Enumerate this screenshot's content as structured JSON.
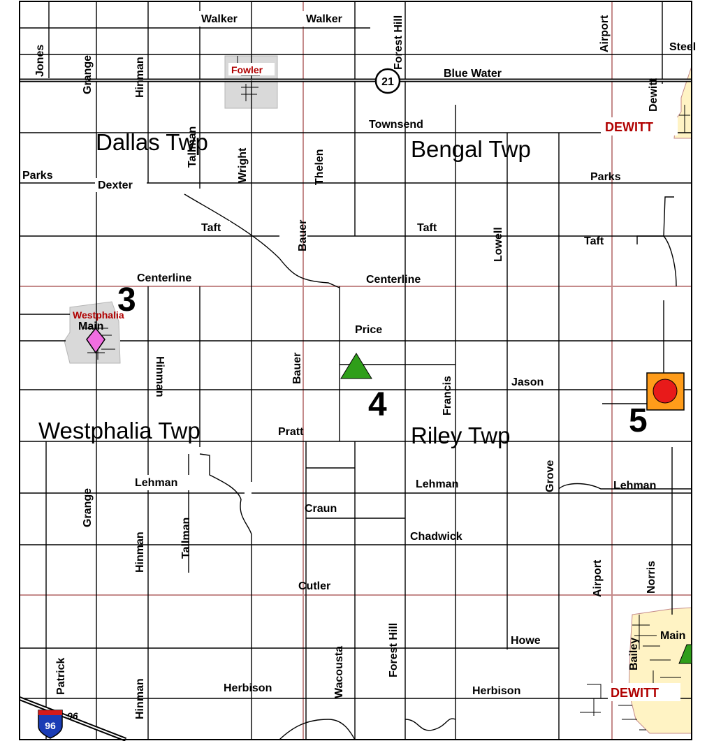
{
  "roads": {
    "walker_1": "Walker",
    "walker_2": "Walker",
    "forest_hill_n": "Forest Hill",
    "airport_n": "Airport",
    "steel": "Steel",
    "jones": "Jones",
    "grange_n": "Grange",
    "hinman_n": "Hinman",
    "blue_water": "Blue Water",
    "dewitt_n": "Dewitt",
    "townsend": "Townsend",
    "tallman_n": "Tallman",
    "wright": "Wright",
    "thelen": "Thelen",
    "parks_w": "Parks",
    "dexter": "Dexter",
    "parks_e": "Parks",
    "taft_w": "Taft",
    "bauer_n": "Bauer",
    "taft_m": "Taft",
    "lowell": "Lowell",
    "taft_e": "Taft",
    "centerline_w": "Centerline",
    "centerline_m": "Centerline",
    "main_w": "Main",
    "price": "Price",
    "hinman_m": "Hinman",
    "bauer_m": "Bauer",
    "jason": "Jason",
    "francis": "Francis",
    "pratt": "Pratt",
    "grove": "Grove",
    "grange_s": "Grange",
    "lehman_w": "Lehman",
    "lehman_m": "Lehman",
    "lehman_e": "Lehman",
    "craun": "Craun",
    "hinman_s": "Hinman",
    "tallman_s": "Tallman",
    "chadwick": "Chadwick",
    "airport_s": "Airport",
    "norris": "Norris",
    "cutler": "Cutler",
    "wacousta": "Wacousta",
    "forest_hill_s": "Forest Hill",
    "howe": "Howe",
    "main_e": "Main",
    "patrick": "Patrick",
    "hinman_ss": "Hinman",
    "herbison_w": "Herbison",
    "herbison_e": "Herbison",
    "bailey": "Bailey"
  },
  "townships": {
    "dallas": "Dallas Twp",
    "bengal": "Bengal Twp",
    "westphalia": "Westphalia Twp",
    "riley": "Riley Twp"
  },
  "cities": {
    "fowler": "Fowler",
    "dewitt_n": "DEWITT",
    "westphalia": "Westphalia",
    "dewitt_s": "DEWITT"
  },
  "shields": {
    "m21": "21",
    "i96_num": "96",
    "i96_label": "96"
  },
  "site_numbers": {
    "s3": "3",
    "s4": "4",
    "s5": "5"
  },
  "colors": {
    "city_fill": "#d9d9d9",
    "dewitt_fill": "#fff3c4",
    "section_line": "#c48a8a",
    "marker_pink": "#f06ee0",
    "marker_green": "#2f9e1a",
    "marker_orange": "#ff9c1a",
    "marker_red": "#e81a1a",
    "city_label": "#b00000"
  },
  "markers": [
    {
      "name": "pink-diamond-marker",
      "icon": "diamond"
    },
    {
      "name": "green-triangle-marker",
      "icon": "triangle"
    },
    {
      "name": "orange-square-red-circle-marker",
      "icon": "square-with-circle"
    }
  ]
}
